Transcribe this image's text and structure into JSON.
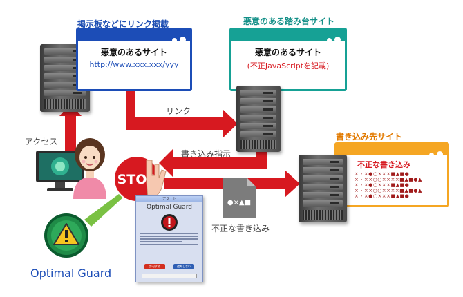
{
  "captions": {
    "bulletin": "掲示板などにリンク掲載",
    "stepping": "悪意のある踏み台サイト",
    "target": "書き込み先サイト"
  },
  "windows": {
    "malicious_site": {
      "title": "悪意のあるサイト",
      "url": "http://www.xxx.xxx/yyy"
    },
    "stepping_site": {
      "title": "悪意のあるサイト",
      "note": "(不正JavaScriptを記載)"
    },
    "target_site": {
      "title": "不正な書き込み",
      "garbage": [
        "×・×●○×××■▲■●",
        "×・××○○××××■▲■●▲",
        "×・×●○×××■▲■●",
        "×・××○○××××■▲■●▲",
        "×・×●○×××■▲■●"
      ]
    }
  },
  "arrows": {
    "link": "リンク",
    "access": "アクセス",
    "write_instruction": "書き込み指示",
    "bad_write": "不正な書き込み"
  },
  "stop_sign": {
    "label": "STOP"
  },
  "file_icon": {
    "symbols": "●×▲■"
  },
  "dialog": {
    "window_title": "アラート",
    "title": "Optimal Guard",
    "btn_allow": "許可する",
    "btn_block": "遮断しない"
  },
  "product": {
    "name": "Optimal Guard"
  },
  "colors": {
    "red_arrow": "#d71920",
    "green_arrow": "#7ac143",
    "blue": "#1c4db7",
    "teal": "#16a195",
    "orange": "#f5a623"
  }
}
